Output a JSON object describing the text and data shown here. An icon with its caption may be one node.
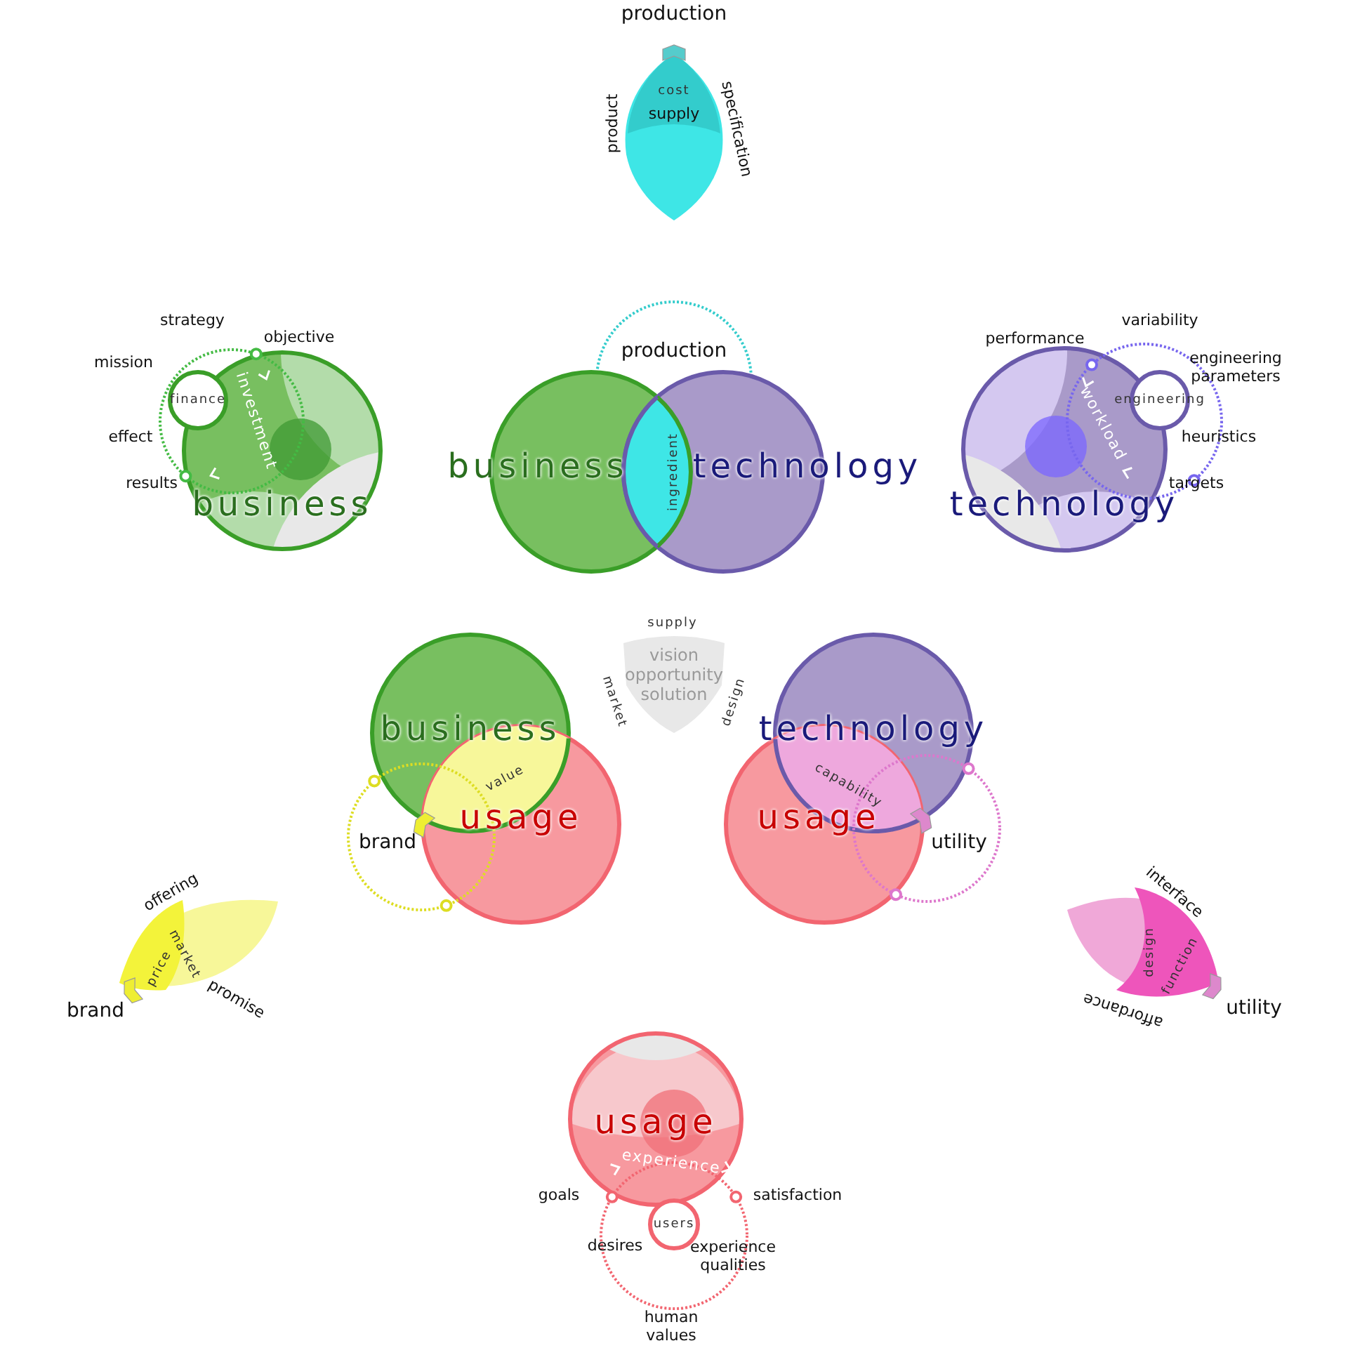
{
  "diagram": {
    "nodes": [
      {
        "text": [
          "cost",
          "supply"
        ],
        "beside": [
          "production",
          "product",
          "specification"
        ]
      },
      {
        "text": [
          "investment",
          "business"
        ]
      },
      {
        "text": [
          "finance"
        ]
      },
      {
        "text": [
          "production"
        ]
      },
      {
        "text": [
          "business"
        ]
      },
      {
        "text": [
          "technology"
        ]
      },
      {
        "text": [
          "ingredient"
        ]
      },
      {
        "text": [
          "workload",
          "technology"
        ]
      },
      {
        "text": [
          "engineering"
        ]
      },
      {
        "text": [
          "vision opportunity solution"
        ],
        "beside": [
          "supply",
          "market",
          "design"
        ]
      },
      {
        "text": [
          "business"
        ]
      },
      {
        "text": [
          "usage"
        ]
      },
      {
        "text": [
          "value"
        ]
      },
      {
        "text": [
          "brand"
        ]
      },
      {
        "text": [
          "technology"
        ]
      },
      {
        "text": [
          "usage"
        ]
      },
      {
        "text": [
          "capability"
        ]
      },
      {
        "text": [
          "utility"
        ]
      },
      {
        "text": [
          "price",
          "market"
        ],
        "beside": [
          "offering",
          "promise",
          "brand"
        ]
      },
      {
        "text": [
          "function",
          "design"
        ],
        "beside": [
          "interface",
          "affordance",
          "utility"
        ]
      },
      {
        "text": [
          "usage",
          "experience"
        ]
      },
      {
        "text": [
          "users"
        ]
      }
    ],
    "labels": [
      "strategy",
      "variability",
      "objective",
      "performance",
      "mission",
      "engineering parameters",
      "effect",
      "heuristics",
      "results",
      "targets",
      "goals",
      "satisfaction",
      "desires",
      "experience qualities",
      "human values"
    ]
  }
}
